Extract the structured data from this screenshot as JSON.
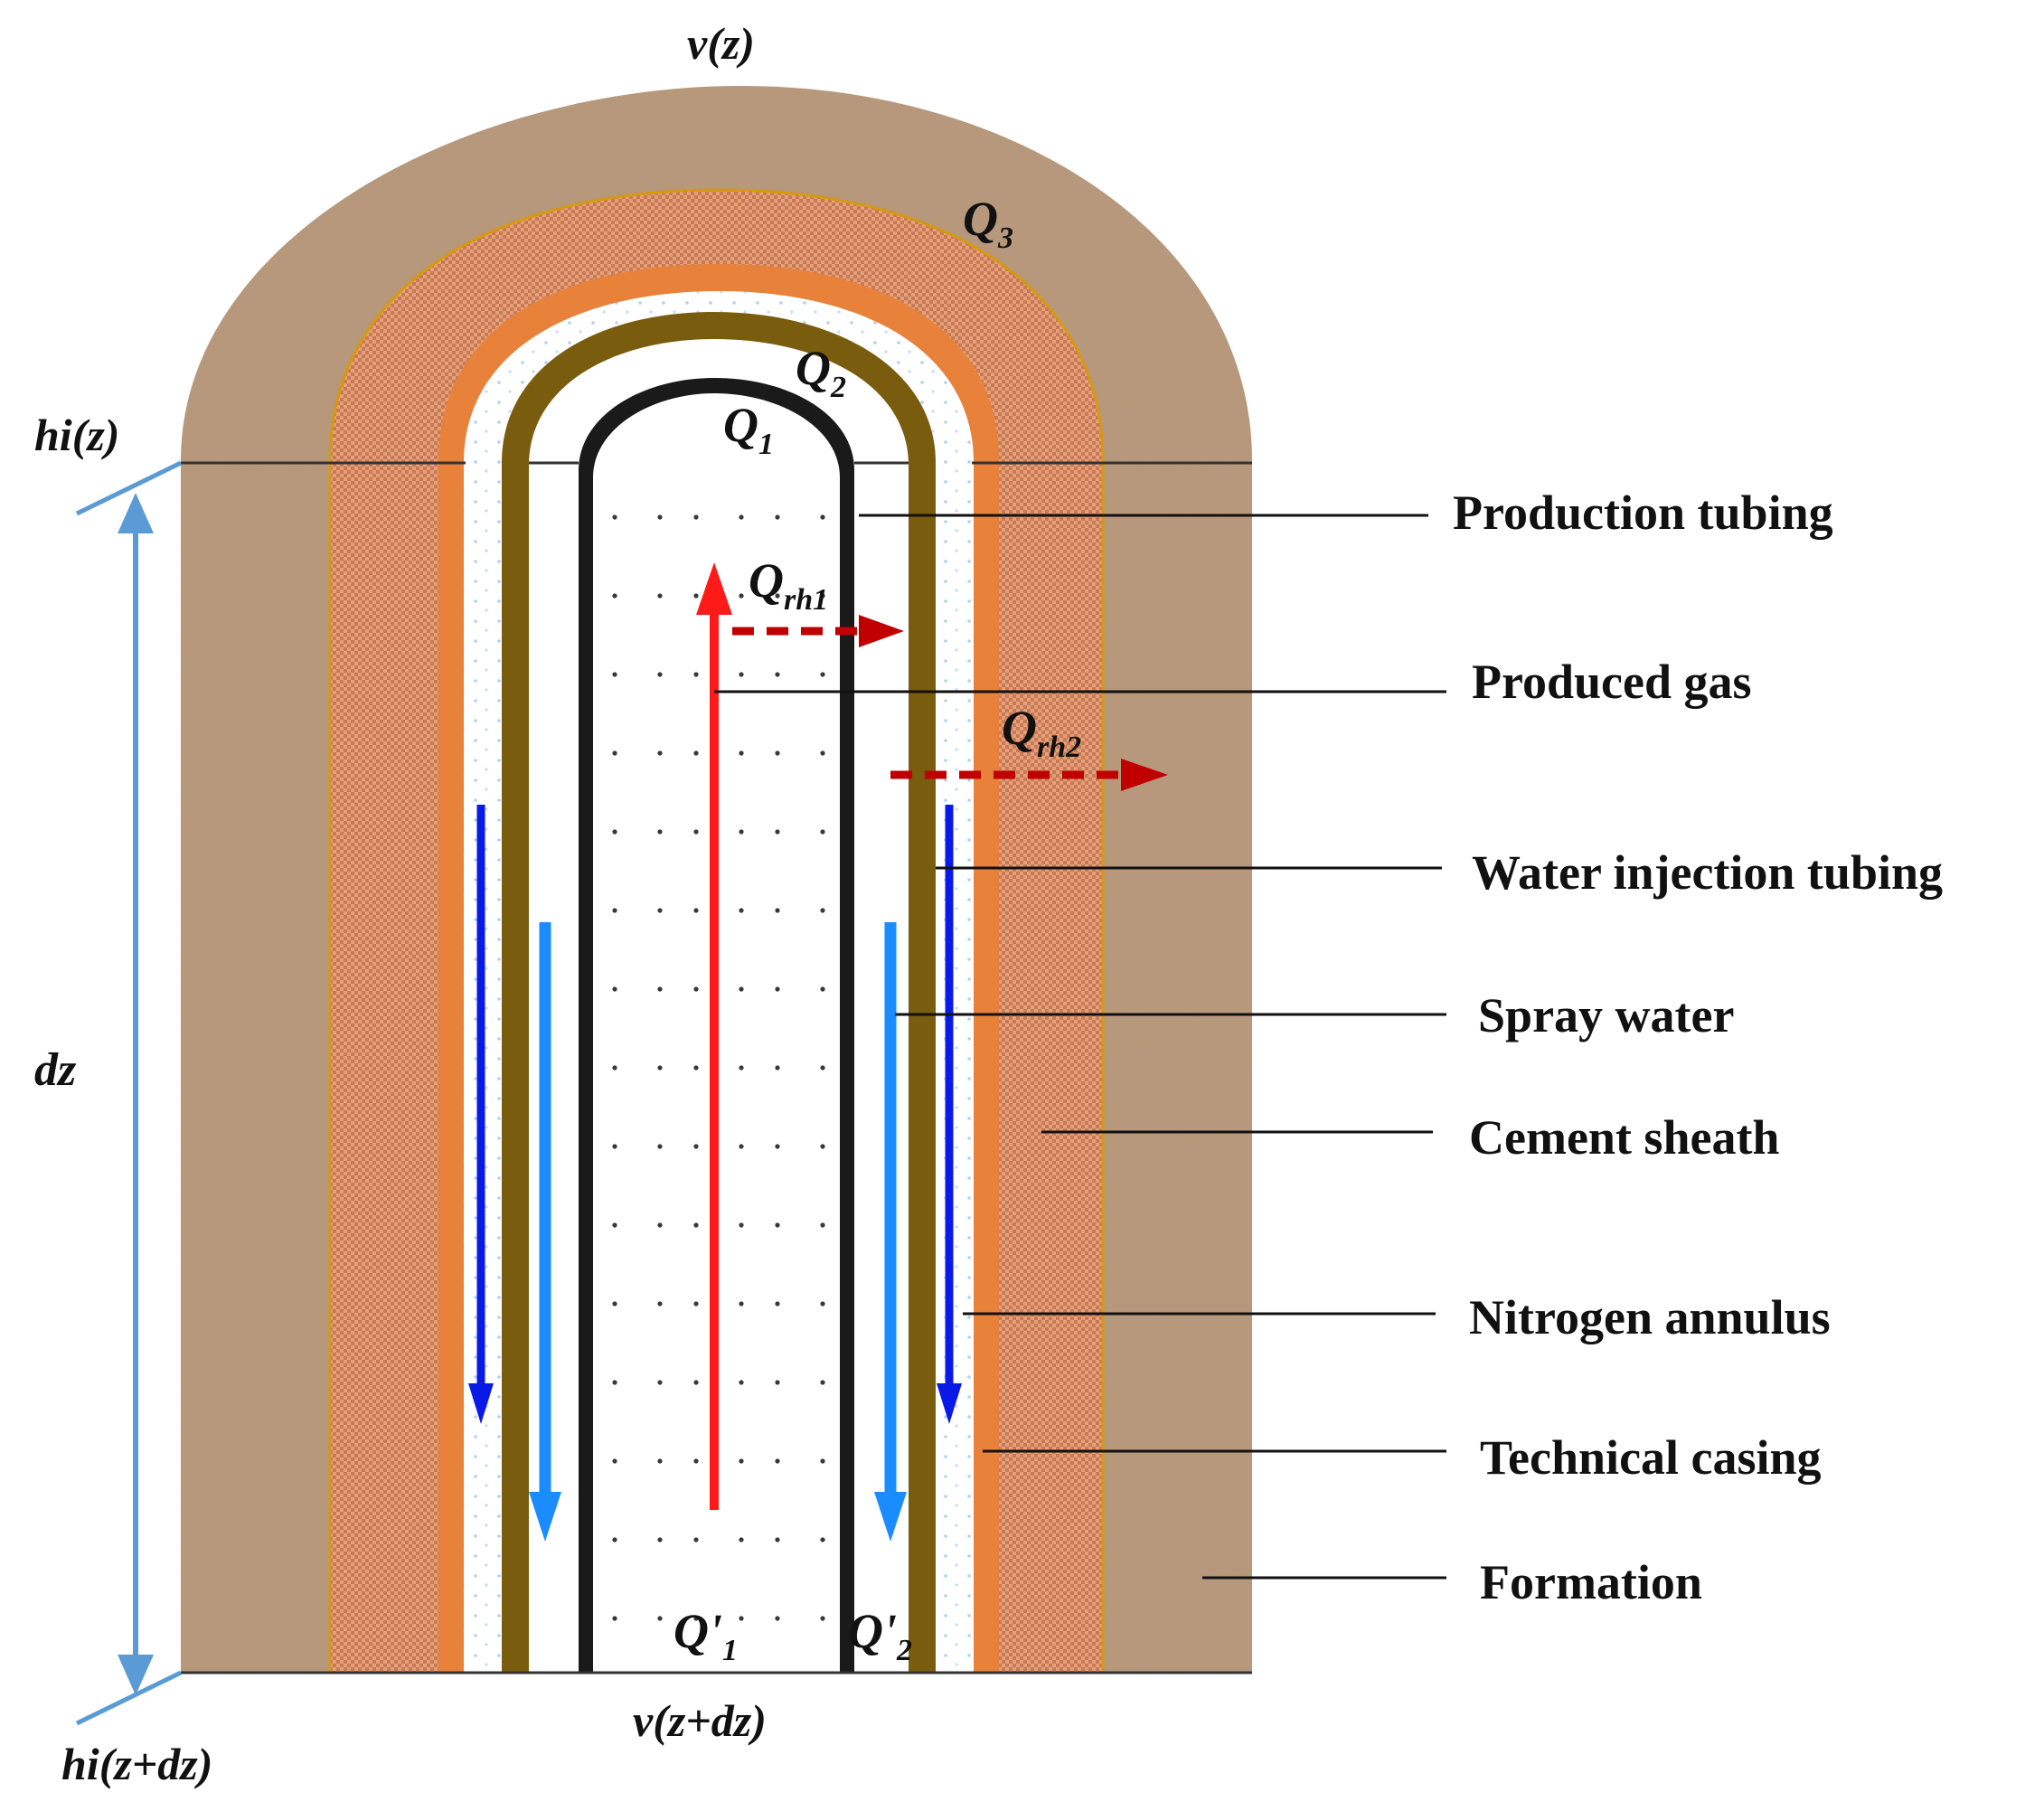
{
  "labels": {
    "production_tubing": "Production tubing",
    "produced_gas": "Produced gas",
    "water_injection_tubing": "Water injection tubing",
    "spray_water": "Spray water",
    "cement_sheath": "Cement sheath",
    "nitrogen_annulus": "Nitrogen annulus",
    "technical_casing": "Technical casing",
    "formation": "Formation"
  },
  "symbols": {
    "v_top": "v(z)",
    "v_bottom": "v(z+dz)",
    "hi_top": "hi(z)",
    "hi_bottom": "hi(z+dz)",
    "dz": "dz",
    "Q1": {
      "base": "Q",
      "sub": "1"
    },
    "Q2": {
      "base": "Q",
      "sub": "2"
    },
    "Q3": {
      "base": "Q",
      "sub": "3"
    },
    "Qrh1": {
      "base": "Q",
      "sub": "rh1"
    },
    "Qrh2": {
      "base": "Q",
      "sub": "rh2"
    },
    "Q1_prime": {
      "base": "Q'",
      "sub": "1"
    },
    "Q2_prime": {
      "base": "Q'",
      "sub": "2"
    }
  },
  "colors": {
    "formation": "#b8977a",
    "cement": "#d8926a",
    "technical_casing": "#e8823a",
    "water_injection_tubing": "#7a5c0e",
    "production_tubing": "#1a1a1a",
    "produced_gas_arrow": "#ff1a1a",
    "heat_flow_arrow": "#c00000",
    "spray_water_arrow": "#1a8cff",
    "nitrogen_arrow": "#0a1ae6",
    "dimension": "#5b9bd5"
  },
  "icons": {
    "up_arrow": "produced-gas-arrow",
    "down_arrow": "water-flow-arrow",
    "dashed_right_arrow": "heat-flow-arrow"
  }
}
